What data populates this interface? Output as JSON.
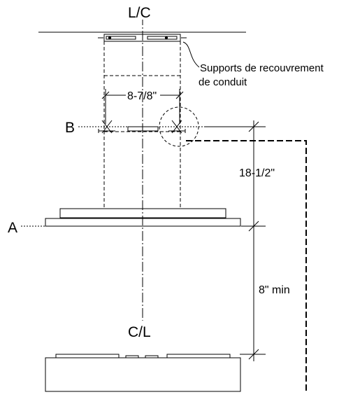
{
  "labels": {
    "top_centerline": "L/C",
    "bottom_centerline": "C/L",
    "ref_a": "A",
    "ref_b": "B",
    "callout_line1": "Supports de recouvrement",
    "callout_line2": "de conduit",
    "dim_width": "8-7/8\"",
    "dim_height": "18-1/2\"",
    "dim_min": "8\" min"
  }
}
